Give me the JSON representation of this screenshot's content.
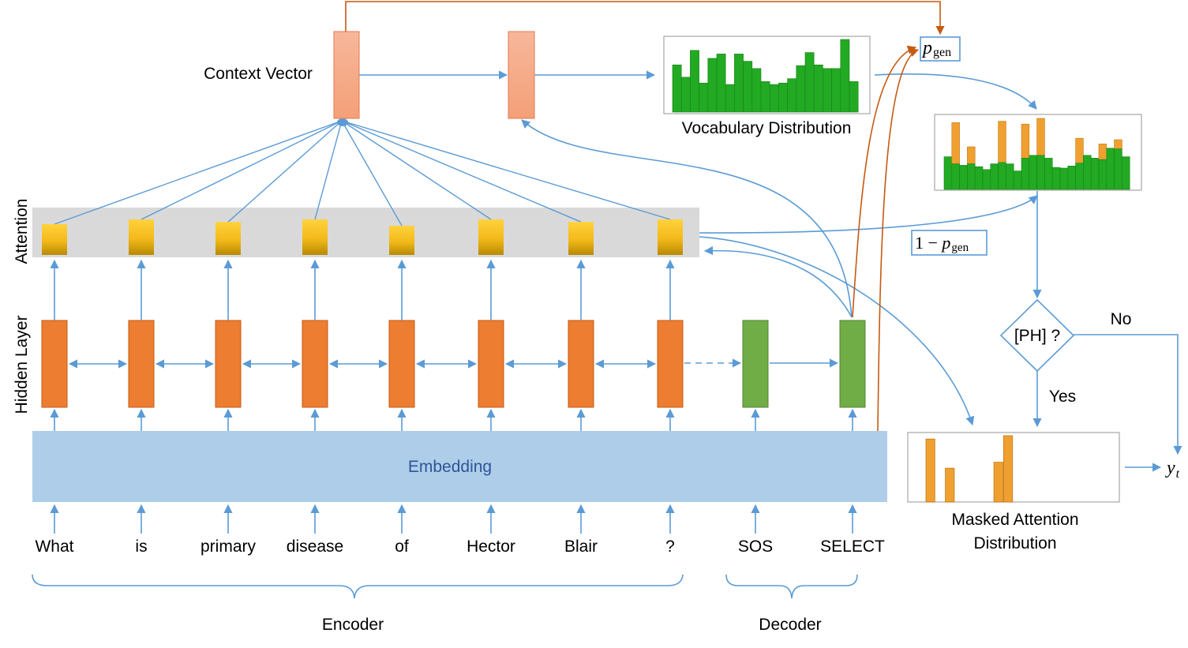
{
  "labels": {
    "context_vector": "Context Vector",
    "vocab_dist": "Vocabulary Distribution",
    "masked_line1": "Masked Attention",
    "masked_line2": "Distribution",
    "attention": "Attention",
    "hidden_layer": "Hidden Layer",
    "embedding": "Embedding",
    "encoder": "Encoder",
    "decoder": "Decoder",
    "ph_check": "[PH] ?",
    "yes": "Yes",
    "no": "No"
  },
  "math": {
    "p_gen_p": "p",
    "p_gen_sub": "gen",
    "one_minus": "1 − ",
    "y_t_y": "y",
    "y_t_sub": "t"
  },
  "tokens": {
    "encoder": [
      "What",
      "is",
      "primary",
      "disease",
      "of",
      "Hector",
      "Blair",
      "?"
    ],
    "decoder": [
      "SOS",
      "SELECT"
    ]
  },
  "attention_weights": [
    0.35,
    0.5,
    0.42,
    0.5,
    0.3,
    0.5,
    0.42,
    0.5
  ],
  "vocab_distribution": [
    0.65,
    0.48,
    0.85,
    0.4,
    0.74,
    0.8,
    0.38,
    0.8,
    0.7,
    0.6,
    0.42,
    0.38,
    0.4,
    0.46,
    0.64,
    0.82,
    0.65,
    0.6,
    0.6,
    1.0,
    0.42
  ],
  "final_distribution": {
    "green": [
      0.46,
      0.36,
      0.34,
      0.36,
      0.32,
      0.28,
      0.36,
      0.38,
      0.36,
      0.26,
      0.44,
      0.48,
      0.48,
      0.44,
      0.31,
      0.3,
      0.33,
      0.37,
      0.48,
      0.44,
      0.42,
      0.58,
      0.57,
      0.46
    ],
    "orange": [
      0,
      0.94,
      0,
      0.6,
      0,
      0,
      0,
      0.96,
      0,
      0,
      0.92,
      0,
      1.0,
      0,
      0,
      0,
      0,
      0.72,
      0,
      0,
      0.64,
      0,
      0.7,
      0
    ],
    "colors": {
      "green": "#22aa22",
      "orange": "#f0a030"
    }
  },
  "masked_distribution": [
    0.95,
    0,
    0.51,
    0,
    0,
    0,
    0,
    0.6,
    1.0
  ],
  "colors": {
    "arrow_blue": "#5b9bd5",
    "arrow_orange": "#c55a11",
    "encoder_cell": "#ed7d31",
    "decoder_cell": "#70ad47",
    "context": "#f4a987",
    "embedding": "#aecde9",
    "attention_band": "#d9d9d9",
    "attention_top": "#ffd23c",
    "attention_bottom": "#b78a04"
  }
}
